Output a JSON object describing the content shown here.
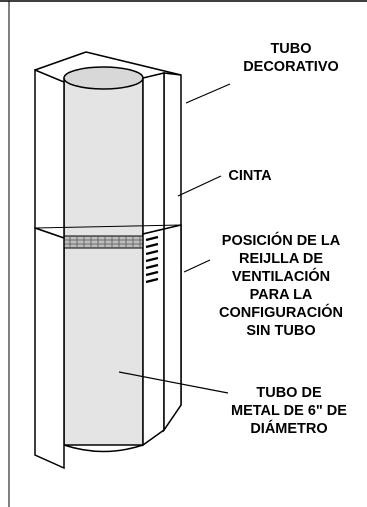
{
  "diagram": {
    "labels": {
      "decorative_tube": [
        "TUBO",
        "DECORATIVO"
      ],
      "tape": [
        "CINTA"
      ],
      "vent_position": [
        "POSICIÓN DE LA",
        "REIJLLA DE",
        "VENTILACIÓN",
        "PARA LA",
        "CONFIGURACIÓN",
        "SIN TUBO"
      ],
      "metal_tube": [
        "TUBO DE",
        "METAL DE 6\" DE",
        "DIÁMETRO"
      ]
    }
  }
}
